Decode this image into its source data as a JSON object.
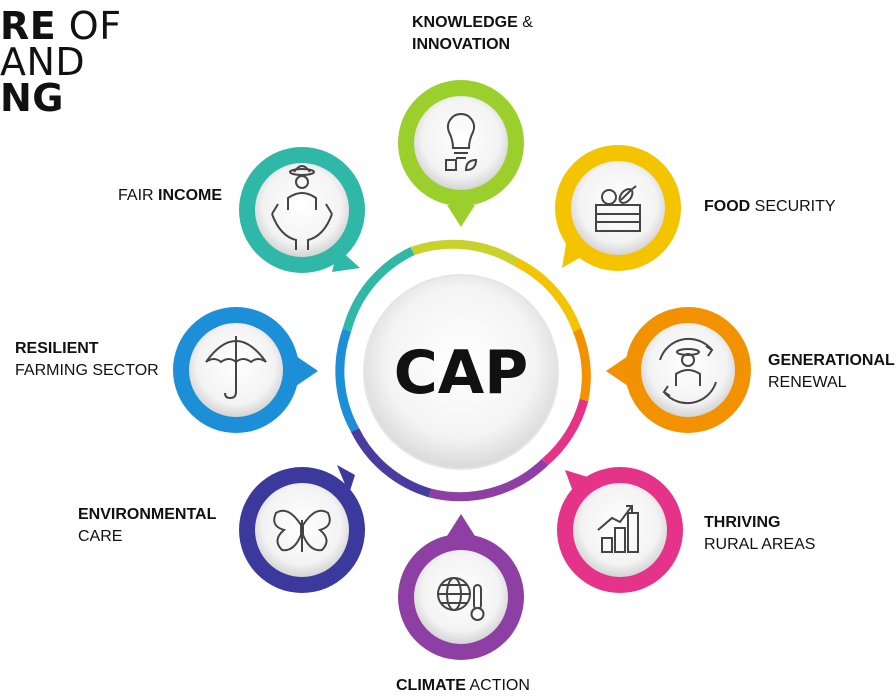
{
  "header": {
    "line1_bold": "RE",
    "line1_light": " OF",
    "line2": "AND",
    "line3": "NG"
  },
  "center": {
    "text": "CAP"
  },
  "objectives": {
    "knowledge": {
      "bold": "KNOWLEDGE",
      "rest": " &",
      "line2": "INNOVATION",
      "icon": "lightbulb-icon",
      "color": "#9bcf2c"
    },
    "food": {
      "bold": "FOOD",
      "rest": " SECURITY",
      "icon": "crate-icon",
      "color": "#f5c400"
    },
    "generational": {
      "bold": "GENERATIONAL",
      "line2": "RENEWAL",
      "icon": "farmer-cycle-icon",
      "color": "#f39200"
    },
    "thriving": {
      "bold": "THRIVING",
      "line2": "RURAL AREAS",
      "icon": "growth-chart-icon",
      "color": "#e6338a"
    },
    "climate": {
      "bold": "CLIMATE",
      "rest": " ACTION",
      "icon": "globe-thermometer-icon",
      "color": "#8e3fa4"
    },
    "environmental": {
      "bold": "ENVIRONMENTAL",
      "line2": "CARE",
      "icon": "butterfly-icon",
      "color": "#3b3a9c"
    },
    "resilient": {
      "bold": "RESILIENT",
      "line2": "FARMING SECTOR",
      "icon": "umbrella-icon",
      "color": "#1d8fd8"
    },
    "fair": {
      "pre": "FAIR ",
      "bold": "INCOME",
      "icon": "farmer-hands-icon",
      "color": "#2fb8a8"
    }
  }
}
